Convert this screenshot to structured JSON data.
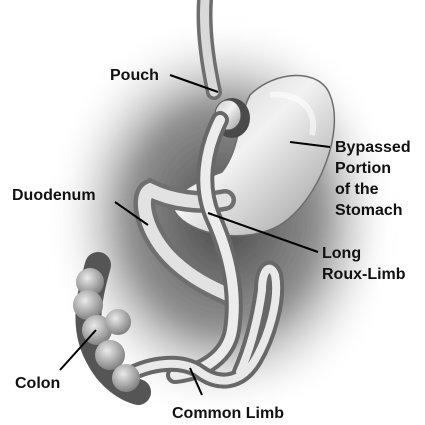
{
  "labels": {
    "pouch": "Pouch",
    "bypassed": [
      "Bypassed",
      "Portion",
      "of the",
      "Stomach"
    ],
    "duodenum": "Duodenum",
    "roux": [
      "Long",
      "Roux-Limb"
    ],
    "colon": "Colon",
    "common_limb": "Common Limb"
  },
  "colors": {
    "leader_line": "#000000",
    "shadow": "#3a3a3a",
    "tissue_light": "#e6e6e6",
    "tissue_dark": "#8a8a8a"
  }
}
